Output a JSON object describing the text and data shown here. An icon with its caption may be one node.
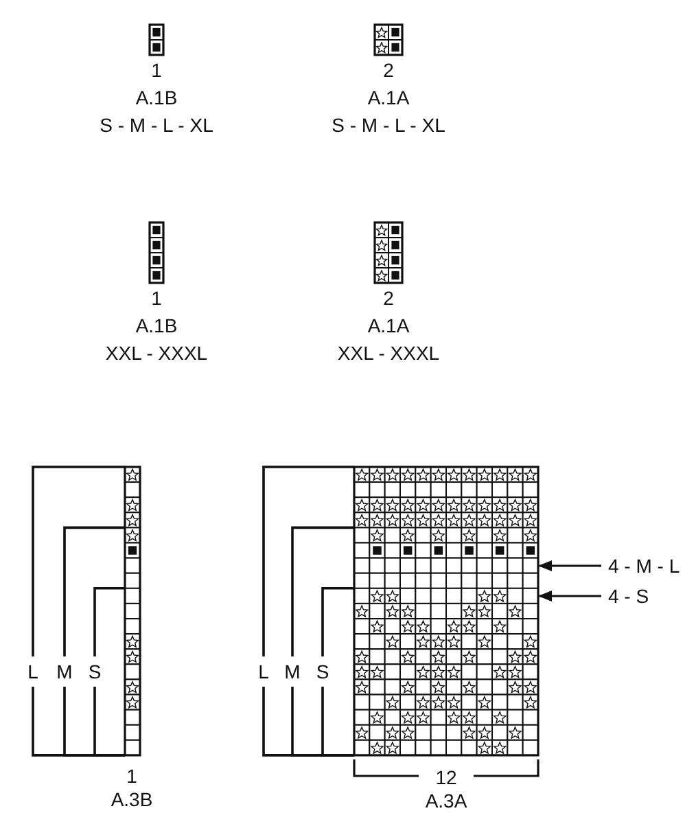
{
  "diagram": {
    "nodes": [
      {
        "text": [
          "4 - M - L"
        ]
      },
      {
        "text": [
          "4 - S"
        ]
      },
      {
        "text": [],
        "shape": "grid"
      }
    ],
    "edges": [
      {
        "from": 0,
        "to": 2,
        "arrow": "to"
      },
      {
        "from": 1,
        "to": 2,
        "arrow": "to"
      }
    ],
    "labels": [
      "1",
      "A.1B",
      "S - M - L - XL",
      "2",
      "A.1A",
      "S - M - L - XL",
      "1",
      "A.1B",
      "XXL - XXXL",
      "2",
      "A.1A",
      "XXL - XXXL",
      "L",
      "M",
      "S",
      "L",
      "M",
      "S",
      "1",
      "A.3B",
      "12",
      "A.3A"
    ]
  }
}
